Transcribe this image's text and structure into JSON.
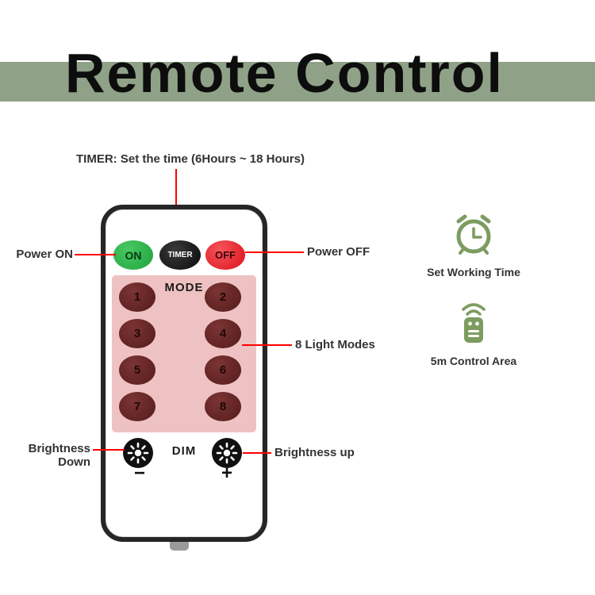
{
  "banner": {
    "title": "Remote Control",
    "band_color": "#8fa187"
  },
  "timer_note": "TIMER: Set the time (6Hours ~ 18 Hours)",
  "callouts": {
    "power_on": "Power ON",
    "power_off": "Power OFF",
    "light_modes": "8 Light Modes",
    "brightness_down": "Brightness Down",
    "brightness_up": "Brightness up"
  },
  "remote": {
    "power_buttons": [
      {
        "label": "ON"
      },
      {
        "label": "TIMER"
      },
      {
        "label": "OFF"
      }
    ],
    "mode_label": "MODE",
    "mode_buttons": [
      "1",
      "2",
      "3",
      "4",
      "5",
      "6",
      "7",
      "8"
    ],
    "dim_label": "DIM",
    "brightness_minus": "−",
    "brightness_plus": "+"
  },
  "features": [
    {
      "icon": "alarm-clock-icon",
      "label": "Set Working Time"
    },
    {
      "icon": "remote-signal-icon",
      "label": "5m Control Area"
    }
  ],
  "colors": {
    "band_green": "#8fa187",
    "icon_green": "#7d9c60",
    "callout_red": "#ff0000",
    "button_green": "#1ea33c",
    "button_red": "#dd1019",
    "panel_pink": "#eec2c2",
    "mode_button_maroon": "#5e2222"
  }
}
